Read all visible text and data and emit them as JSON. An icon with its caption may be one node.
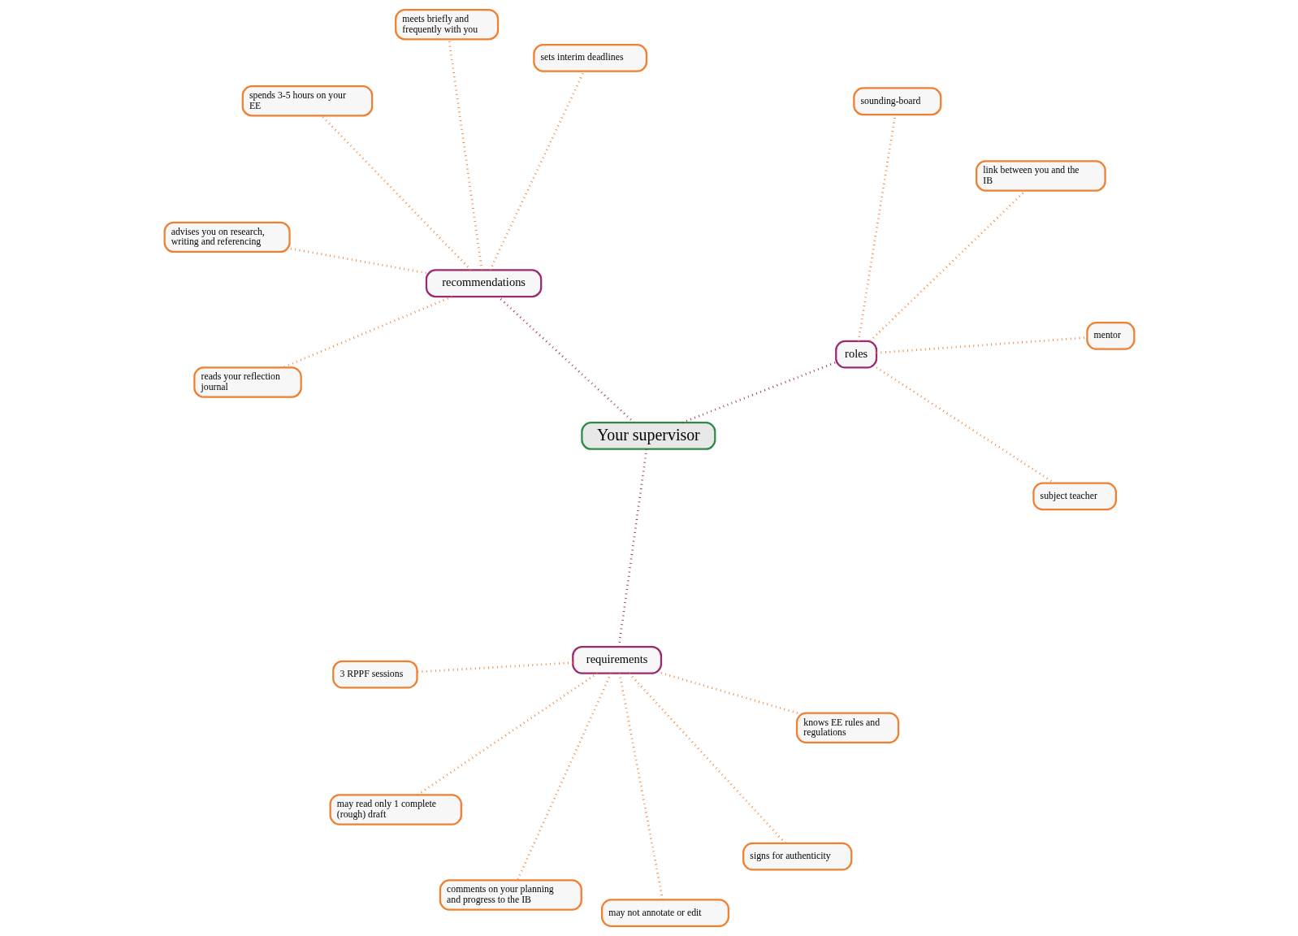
{
  "diagram": {
    "nodes": [
      {
        "text": [
          "Your supervisor"
        ]
      },
      {
        "text": [
          "roles"
        ]
      },
      {
        "text": [
          "requirements"
        ]
      },
      {
        "text": [
          "recommendations"
        ]
      },
      {
        "text": [
          "mentor"
        ]
      },
      {
        "text": [
          "link between you and the IB"
        ]
      },
      {
        "text": [
          "sounding-board"
        ]
      },
      {
        "text": [
          "subject teacher"
        ]
      },
      {
        "text": [
          "may read only 1 complete (rough) draft"
        ]
      },
      {
        "text": [
          "may not annotate or edit"
        ]
      },
      {
        "text": [
          "comments on your planning and progress to the IB"
        ]
      },
      {
        "text": [
          "3 RPPF sessions"
        ]
      },
      {
        "text": [
          "signs for authenticity"
        ]
      },
      {
        "text": [
          "knows EE rules and regulations"
        ]
      },
      {
        "text": [
          "spends 3-5 hours on your EE"
        ]
      },
      {
        "text": [
          "meets briefly and frequently with you"
        ]
      },
      {
        "text": [
          "sets interim deadlines"
        ]
      },
      {
        "text": [
          "advises you on research, writing and referencing"
        ]
      },
      {
        "text": [
          "reads your reflection journal"
        ]
      }
    ],
    "edges": [
      {
        "from": 0,
        "to": 1,
        "arrow": "none",
        "color": "#9c2a6e"
      },
      {
        "from": 0,
        "to": 2,
        "arrow": "none",
        "color": "#9c2a6e"
      },
      {
        "from": 0,
        "to": 3,
        "arrow": "none",
        "color": "#9c2a6e"
      },
      {
        "from": 1,
        "to": 4,
        "arrow": "none"
      },
      {
        "from": 1,
        "to": 5,
        "arrow": "none"
      },
      {
        "from": 1,
        "to": 6,
        "arrow": "none"
      },
      {
        "from": 1,
        "to": 7,
        "arrow": "none"
      },
      {
        "from": 2,
        "to": 8,
        "arrow": "none"
      },
      {
        "from": 2,
        "to": 9,
        "arrow": "none"
      },
      {
        "from": 2,
        "to": 10,
        "arrow": "none"
      },
      {
        "from": 2,
        "to": 11,
        "arrow": "none"
      },
      {
        "from": 2,
        "to": 12,
        "arrow": "none"
      },
      {
        "from": 2,
        "to": 13,
        "arrow": "none"
      },
      {
        "from": 3,
        "to": 14,
        "arrow": "none"
      },
      {
        "from": 3,
        "to": 15,
        "arrow": "none"
      },
      {
        "from": 3,
        "to": 16,
        "arrow": "none"
      },
      {
        "from": 3,
        "to": 17,
        "arrow": "none"
      },
      {
        "from": 3,
        "to": 18,
        "arrow": "none"
      }
    ]
  }
}
